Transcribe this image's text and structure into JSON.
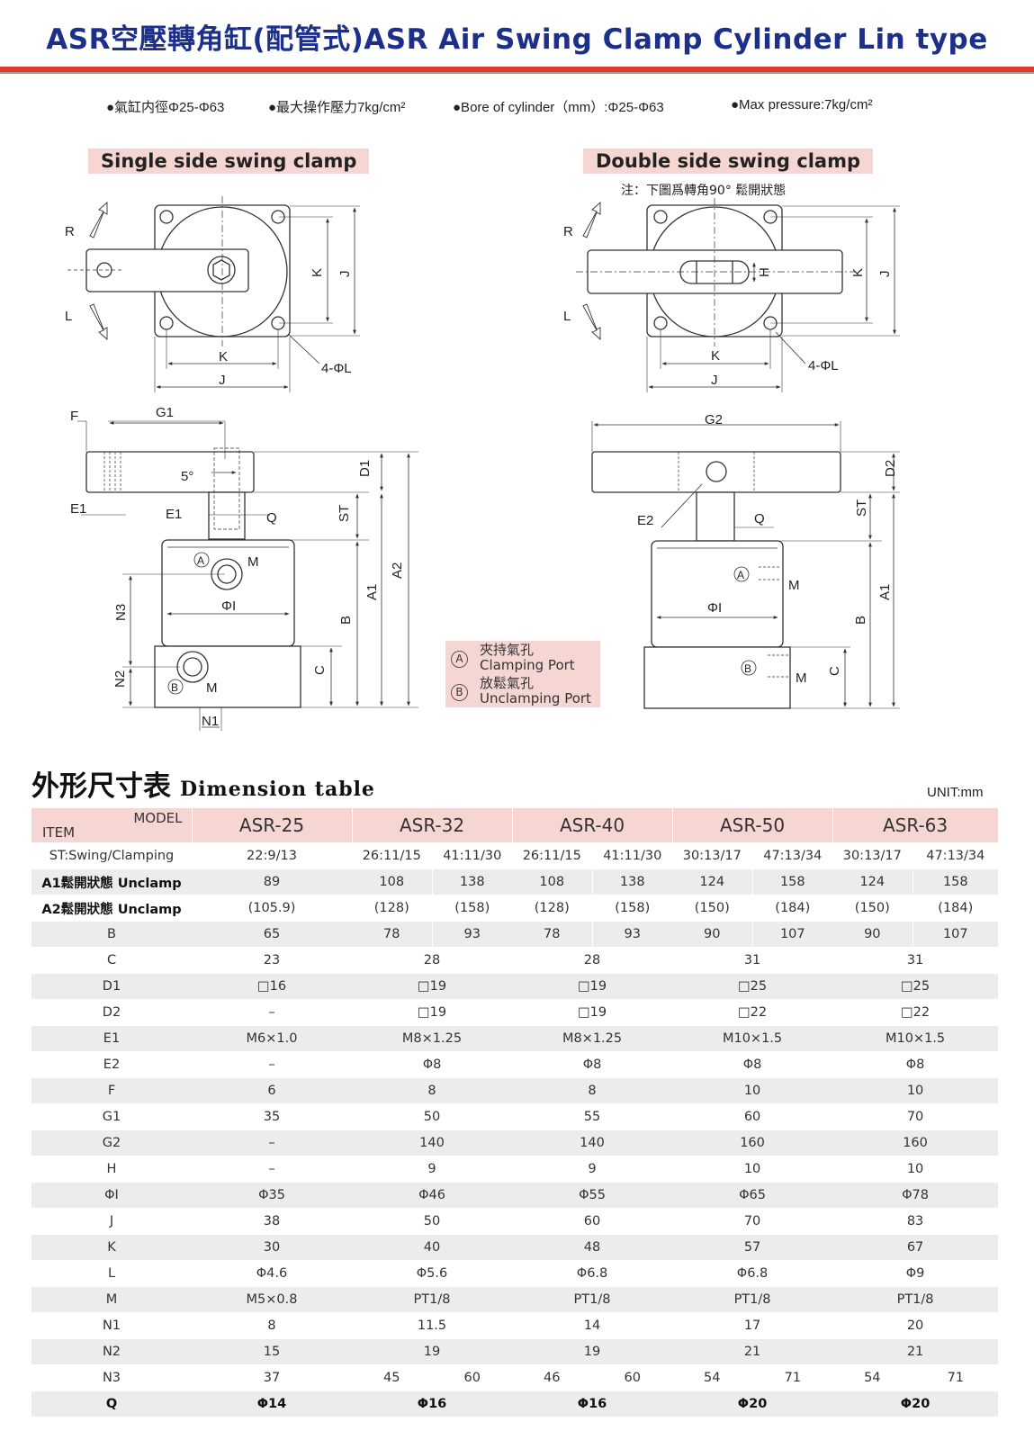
{
  "header": {
    "title": "ASR空壓轉角缸(配管式)ASR Air Swing Clamp Cylinder Lin type",
    "spec_cn_1": "●氣缸内徑Φ25-Φ63",
    "spec_cn_2": "●最大操作壓力7kg/cm²",
    "spec_en_1": "●Bore of cylinder（mm）:Φ25-Φ63",
    "spec_en_2": "●Max pressure:7kg/cm²"
  },
  "single": {
    "title": "Single side swing clamp",
    "labels": {
      "R": "R",
      "L": "L",
      "K": "K",
      "J": "J",
      "phiL": "4-ΦL",
      "F": "F",
      "G1": "G1",
      "E1": "E1",
      "five": "5°",
      "Q": "Q",
      "D1": "D1",
      "ST": "ST",
      "A1": "A1",
      "A2": "A2",
      "B": "B",
      "C": "C",
      "N3": "N3",
      "N2": "N2",
      "N1": "N1",
      "phiI": "ΦI",
      "A": "A",
      "Bp": "B",
      "M": "M"
    }
  },
  "double": {
    "title": "Double side swing clamp",
    "note": "注：下圖爲轉角90°  鬆開狀態",
    "labels": {
      "R": "R",
      "L": "L",
      "K": "K",
      "J": "J",
      "H": "H",
      "phiL": "4-ΦL",
      "G2": "G2",
      "E2": "E2",
      "Q": "Q",
      "D2": "D2",
      "ST": "ST",
      "A1": "A1",
      "B": "B",
      "C": "C",
      "phiI": "ΦI",
      "A": "A",
      "Bp": "B",
      "M": "M"
    }
  },
  "legend": {
    "a_mark": "A",
    "a_cn": "夾持氣孔",
    "a_en": "Clamping Port",
    "b_mark": "B",
    "b_cn": "放鬆氣孔",
    "b_en": "Unclamping Port"
  },
  "dimension": {
    "title_cn": "外形尺寸表",
    "title_en": "Dimension table",
    "unit": "UNIT:mm",
    "header_model": "MODEL",
    "header_item": "ITEM",
    "models": [
      "ASR-25",
      "ASR-32",
      "ASR-40",
      "ASR-50",
      "ASR-63"
    ],
    "rows": [
      {
        "item": "ST:Swing/Clamping",
        "cells": [
          "22:9/13",
          "26:11/15",
          "41:11/30",
          "26:11/15",
          "41:11/30",
          "30:13/17",
          "47:13/34",
          "30:13/17",
          "47:13/34"
        ]
      },
      {
        "item": "A1鬆開狀態 Unclamp",
        "cells": [
          "89",
          "108",
          "138",
          "108",
          "138",
          "124",
          "158",
          "124",
          "158"
        ]
      },
      {
        "item": "A2鬆開狀態 Unclamp",
        "cells": [
          "(105.9)",
          "(128)",
          "(158)",
          "(128)",
          "(158)",
          "(150)",
          "(184)",
          "(150)",
          "(184)"
        ]
      },
      {
        "item": "B",
        "cells": [
          "65",
          "78",
          "93",
          "78",
          "93",
          "90",
          "107",
          "90",
          "107"
        ]
      },
      {
        "item": "C",
        "cells": [
          "23",
          "28",
          "28",
          "31",
          "31"
        ]
      },
      {
        "item": "D1",
        "cells": [
          "□16",
          "□19",
          "□19",
          "□25",
          "□25"
        ]
      },
      {
        "item": "D2",
        "cells": [
          "–",
          "□19",
          "□19",
          "□22",
          "□22"
        ]
      },
      {
        "item": "E1",
        "cells": [
          "M6×1.0",
          "M8×1.25",
          "M8×1.25",
          "M10×1.5",
          "M10×1.5"
        ]
      },
      {
        "item": "E2",
        "cells": [
          "–",
          "Φ8",
          "Φ8",
          "Φ8",
          "Φ8"
        ]
      },
      {
        "item": "F",
        "cells": [
          "6",
          "8",
          "8",
          "10",
          "10"
        ]
      },
      {
        "item": "G1",
        "cells": [
          "35",
          "50",
          "55",
          "60",
          "70"
        ]
      },
      {
        "item": "G2",
        "cells": [
          "–",
          "140",
          "140",
          "160",
          "160"
        ]
      },
      {
        "item": "H",
        "cells": [
          "–",
          "9",
          "9",
          "10",
          "10"
        ]
      },
      {
        "item": "ΦI",
        "cells": [
          "Φ35",
          "Φ46",
          "Φ55",
          "Φ65",
          "Φ78"
        ]
      },
      {
        "item": "J",
        "cells": [
          "38",
          "50",
          "60",
          "70",
          "83"
        ]
      },
      {
        "item": "K",
        "cells": [
          "30",
          "40",
          "48",
          "57",
          "67"
        ]
      },
      {
        "item": "L",
        "cells": [
          "Φ4.6",
          "Φ5.6",
          "Φ6.8",
          "Φ6.8",
          "Φ9"
        ]
      },
      {
        "item": "M",
        "cells": [
          "M5×0.8",
          "PT1/8",
          "PT1/8",
          "PT1/8",
          "PT1/8"
        ]
      },
      {
        "item": "N1",
        "cells": [
          "8",
          "11.5",
          "14",
          "17",
          "20"
        ]
      },
      {
        "item": "N2",
        "cells": [
          "15",
          "19",
          "19",
          "21",
          "21"
        ]
      },
      {
        "item": "N3",
        "cells": [
          "37",
          "45",
          "60",
          "46",
          "60",
          "54",
          "71",
          "54",
          "71"
        ]
      },
      {
        "item": "Q",
        "cells": [
          "Φ14",
          "Φ16",
          "Φ16",
          "Φ20",
          "Φ20"
        ]
      }
    ]
  }
}
